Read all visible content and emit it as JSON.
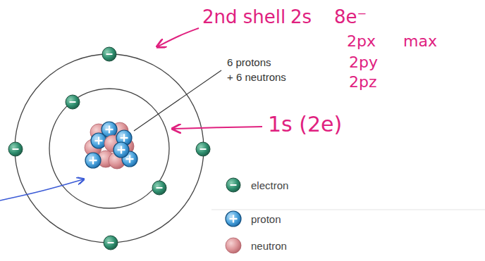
{
  "diagram": {
    "labels": [
      "2nd shell",
      "2s",
      "8e⁻",
      "2px",
      "max",
      "2py",
      "2pz",
      "6 protons",
      "+ 6 neutrons",
      "1s (2e)"
    ],
    "legend": [
      {
        "text": "electron"
      },
      {
        "text": "proton"
      },
      {
        "text": "neutron"
      }
    ]
  }
}
